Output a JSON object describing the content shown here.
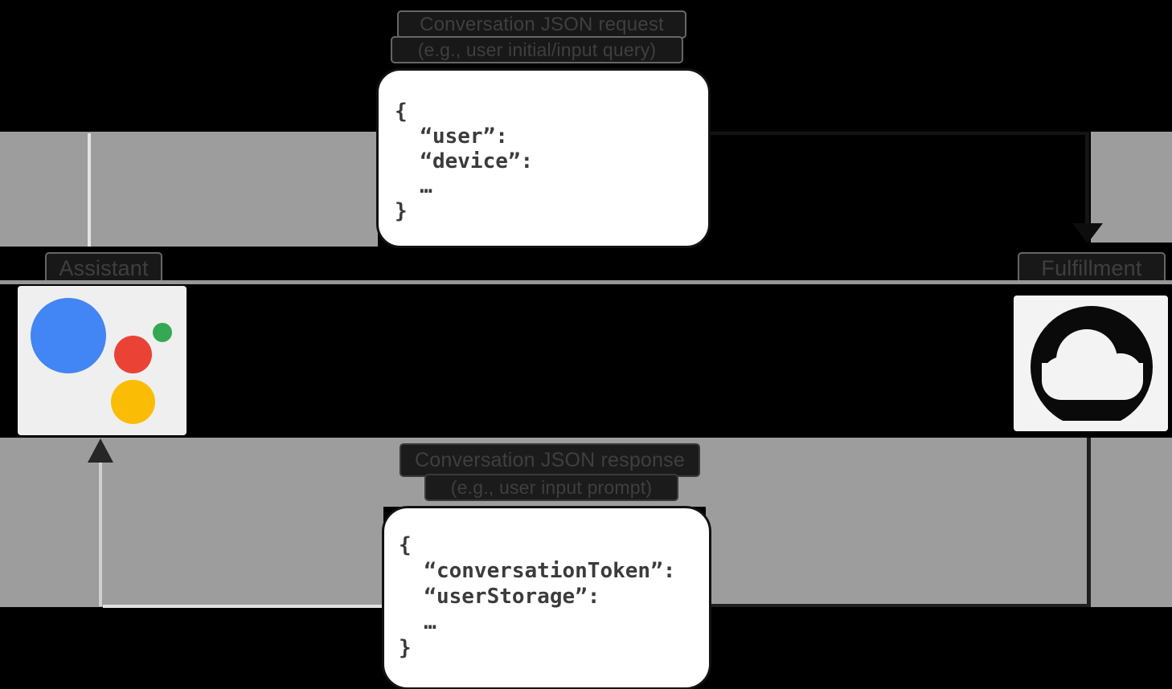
{
  "request": {
    "title": "Conversation JSON request",
    "subtitle": "(e.g., user initial/input query)",
    "code": "{\n  “user”:\n  “device”:\n  …\n}"
  },
  "response": {
    "title": "Conversation JSON response",
    "subtitle": "(e.g., user input prompt)",
    "code": "{\n  “conversationToken”:\n  “userStorage”:\n  …\n}"
  },
  "endpoints": {
    "assistant": {
      "label": "Assistant"
    },
    "fulfillment": {
      "label": "Fulfillment"
    }
  },
  "icons": {
    "assistant": "google-assistant-logo",
    "fulfillment": "cloud-icon"
  },
  "colors": {
    "background": "#000000",
    "band_gray": "#9d9d9d",
    "box_white": "#ffffff",
    "code_text": "#3b3b3b",
    "label_text": "#3f3f3f",
    "assistant_blue": "#4285f4",
    "assistant_red": "#ea4335",
    "assistant_green": "#34a853",
    "assistant_yellow": "#fbbc05",
    "icon_box_left": "#efefef",
    "icon_box_right": "#f3f3f3"
  }
}
